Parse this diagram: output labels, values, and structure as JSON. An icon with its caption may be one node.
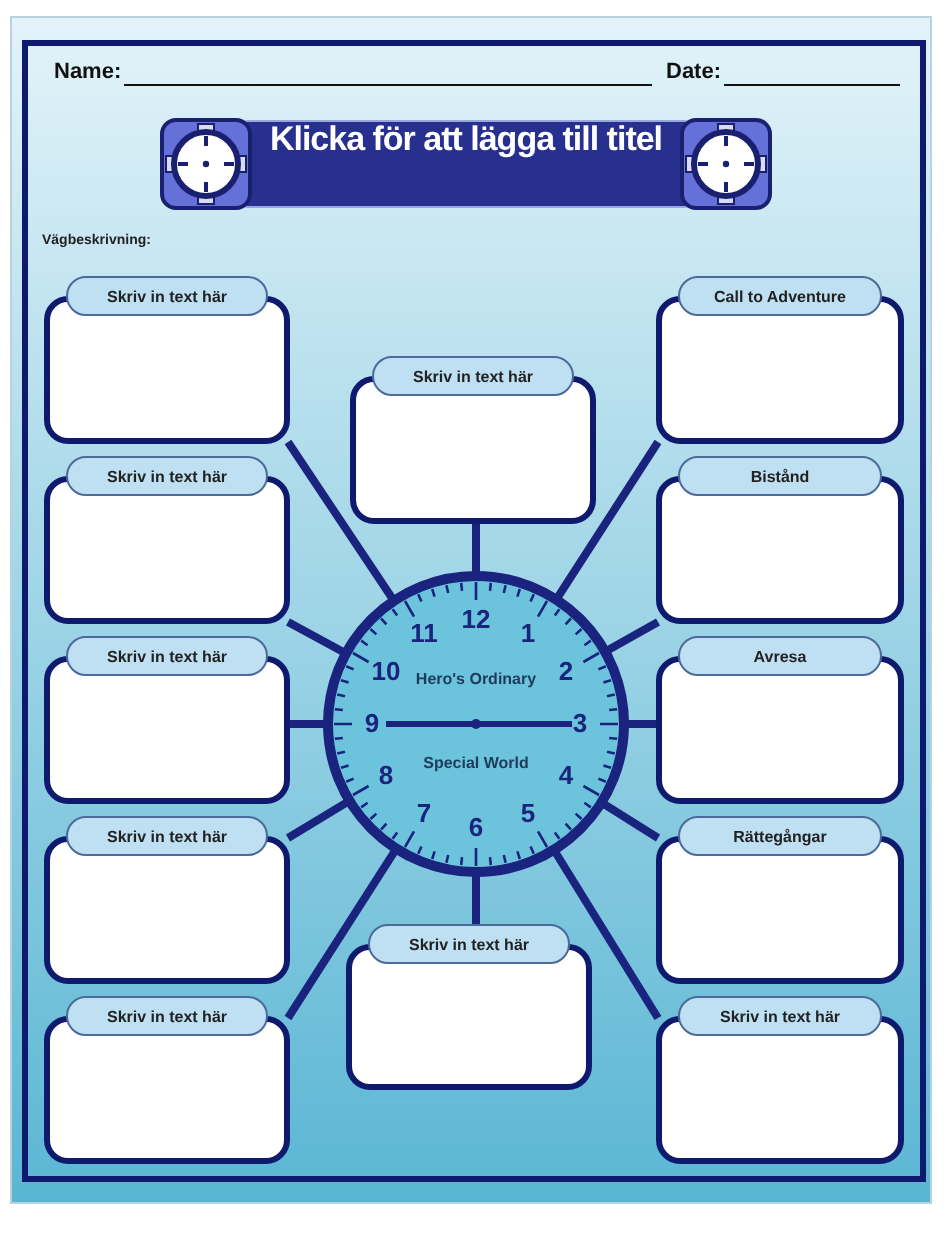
{
  "diagram": {
    "title": "Klicka för att lägga till titel",
    "nodes": [
      {
        "text": [
          "Skriv in text här"
        ]
      },
      {
        "text": [
          "Call to Adventure"
        ]
      },
      {
        "text": [
          "Skriv in text här"
        ]
      },
      {
        "text": [
          "Skriv in text här"
        ]
      },
      {
        "text": [
          "Bistånd"
        ]
      },
      {
        "text": [
          "Hero's Ordinary",
          "Special World"
        ]
      },
      {
        "text": [
          "Skriv in text här"
        ]
      },
      {
        "text": [
          "Avresa"
        ]
      },
      {
        "text": [
          "Skriv in text här"
        ]
      },
      {
        "text": [
          "Rättegångar"
        ]
      },
      {
        "text": [
          "Skriv in text här"
        ]
      },
      {
        "text": [
          "Skriv in text här"
        ]
      },
      {
        "text": [
          "Skriv in text här"
        ]
      }
    ],
    "edges": [
      {
        "from": 5,
        "to": 0,
        "arrow": "none"
      },
      {
        "from": 5,
        "to": 1,
        "arrow": "none"
      },
      {
        "from": 5,
        "to": 2,
        "arrow": "none"
      },
      {
        "from": 5,
        "to": 3,
        "arrow": "none"
      },
      {
        "from": 5,
        "to": 4,
        "arrow": "none"
      },
      {
        "from": 5,
        "to": 6,
        "arrow": "none"
      },
      {
        "from": 5,
        "to": 7,
        "arrow": "none"
      },
      {
        "from": 5,
        "to": 8,
        "arrow": "none"
      },
      {
        "from": 5,
        "to": 9,
        "arrow": "none"
      },
      {
        "from": 5,
        "to": 10,
        "arrow": "none"
      },
      {
        "from": 5,
        "to": 11,
        "arrow": "none"
      },
      {
        "from": 5,
        "to": 12,
        "arrow": "none"
      }
    ],
    "labels": [
      "Name:",
      "Date:",
      "Vägbeskrivning:",
      "12",
      "1",
      "2",
      "3",
      "4",
      "5",
      "6",
      "7",
      "8",
      "9",
      "10",
      "11"
    ]
  }
}
